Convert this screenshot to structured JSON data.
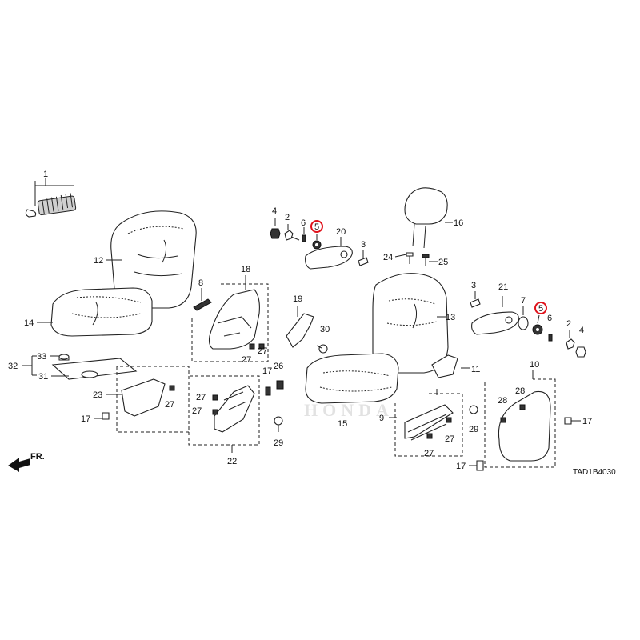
{
  "diagram_code": "TAD1B4030",
  "direction_label": "FR.",
  "watermark": "HONDA",
  "highlight_color": "#e0121b",
  "callouts": {
    "c1": "1",
    "c2a": "2",
    "c2b": "2",
    "c3a": "3",
    "c3b": "3",
    "c4a": "4",
    "c4b": "4",
    "c5a": "5",
    "c5b": "5",
    "c6a": "6",
    "c6b": "6",
    "c7": "7",
    "c8": "8",
    "c9": "9",
    "c10": "10",
    "c11": "11",
    "c12": "12",
    "c13": "13",
    "c14": "14",
    "c15": "15",
    "c16": "16",
    "c17a": "17",
    "c17b": "17",
    "c17c": "17",
    "c17d": "17",
    "c18": "18",
    "c19": "19",
    "c20": "20",
    "c21": "21",
    "c22": "22",
    "c23": "23",
    "c24": "24",
    "c25": "25",
    "c26": "26",
    "c27a": "27",
    "c27b": "27",
    "c27c": "27",
    "c27d": "27",
    "c27e": "27",
    "c27f": "27",
    "c27g": "27",
    "c28a": "28",
    "c28b": "28",
    "c29a": "29",
    "c29b": "29",
    "c30": "30",
    "c31": "31",
    "c32": "32",
    "c33": "33"
  }
}
